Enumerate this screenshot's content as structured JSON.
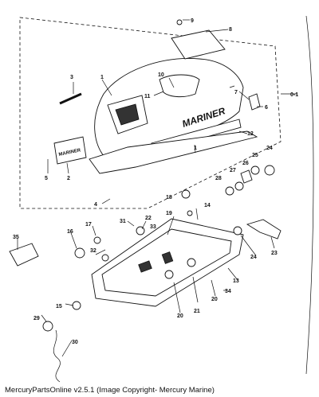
{
  "caption": "MercuryPartsOnline v2.5.1 (Image Copyright- Mercury Marine)",
  "cowl_brand": "MARINER",
  "decal_text": "MARINER",
  "callouts": [
    "0-1",
    "1",
    "1",
    "2",
    "3",
    "4",
    "5",
    "6",
    "7",
    "8",
    "9",
    "10",
    "11",
    "12",
    "13",
    "14",
    "15",
    "16",
    "17",
    "18",
    "19",
    "20",
    "20",
    "21",
    "22",
    "23",
    "24",
    "24",
    "25",
    "26",
    "27",
    "28",
    "29",
    "30",
    "31",
    "32",
    "33",
    "34",
    "35"
  ]
}
